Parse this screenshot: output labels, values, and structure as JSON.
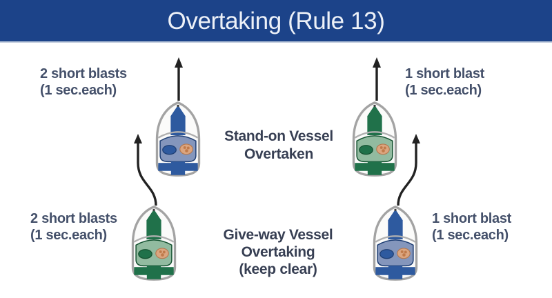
{
  "header": {
    "title": "Overtaking (Rule 13)"
  },
  "labels": {
    "top_left": {
      "line1": "2 short blasts",
      "line2": "(1 sec.each)"
    },
    "bottom_left": {
      "line1": "2 short blasts",
      "line2": "(1 sec.each)"
    },
    "top_right": {
      "line1": "1 short blast",
      "line2": "(1 sec.each)"
    },
    "bottom_right": {
      "line1": "1 short blast",
      "line2": "(1 sec.each)"
    }
  },
  "center": {
    "stand_on": {
      "line1": "Stand-on Vessel",
      "line2": "Overtaken"
    },
    "give_way": {
      "line1": "Give-way Vessel",
      "line2": "Overtaking",
      "line3": "(keep clear)"
    }
  },
  "boats": [
    {
      "position": "top-left",
      "color": "blue",
      "role": "stand-on vessel"
    },
    {
      "position": "top-right",
      "color": "green",
      "role": "stand-on vessel"
    },
    {
      "position": "bottom-left",
      "color": "green",
      "role": "give-way vessel, overtaking on port side"
    },
    {
      "position": "bottom-right",
      "color": "blue",
      "role": "give-way vessel, overtaking on starboard side"
    }
  ],
  "colors": {
    "header-bg": "#1c4389",
    "header-text": "#edf1f8",
    "label-text": "#44506a",
    "center-text": "#373f53",
    "arrow": "#222222",
    "boat-blue": "#2e5a9f",
    "boat-blue-dark": "#1f3f74",
    "boat-blue-cockpit": "#8496bc",
    "boat-green": "#20714a",
    "boat-green-dark": "#155231",
    "boat-green-cockpit": "#92bba0",
    "hull-fill": "#fbfbfa",
    "hull-stroke": "#a3a3a3",
    "person": "#dba57f",
    "person-dark": "#b5784e",
    "person-spot": "#c07a4a"
  }
}
